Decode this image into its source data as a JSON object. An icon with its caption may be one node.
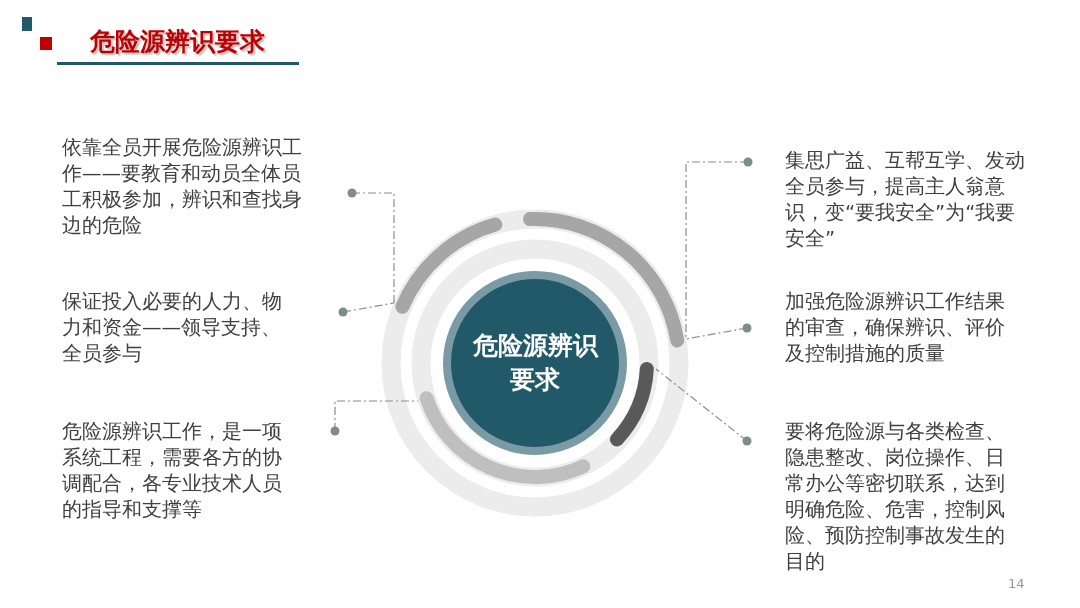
{
  "diagram": {
    "title": "危险源辨识要求",
    "nodes": [
      {
        "text": [
          "依靠全员开展危险源辨识工作——要教育和动员全体员工积极参加，辨识和查找身边的危险"
        ]
      },
      {
        "text": [
          "集思广益、互帮互学、发动全员参与，提高主人翁意识，变“要我安全”为“我要安全”"
        ]
      },
      {
        "text": [
          "保证投入必要的人力、物力和资金——领导支持、全员参与"
        ]
      },
      {
        "text": [
          "加强危险源辨识工作结果的审查，确保辨识、评价及控制措施的质量"
        ]
      },
      {
        "text": [
          "危险源辨识工作，是一项系统工程，需要各方的协调配合，各专业技术人员的指导和支撑等"
        ]
      },
      {
        "text": [
          "要将危险源与各类检查、隐患整改、岗位操作、日常办公等密切联系，达到明确危险、危害，控制风险、预防控制事故发生的目的"
        ]
      },
      {
        "text": [
          "危险源辨识要求"
        ]
      },
      {
        "text": [],
        "shape": "arc"
      },
      {
        "text": [],
        "shape": "arc"
      },
      {
        "text": [],
        "shape": "arc"
      },
      {
        "text": [],
        "shape": "arc"
      }
    ],
    "edges": [
      {
        "from": 0,
        "to": 7,
        "arrow": "other",
        "style": "dashed"
      },
      {
        "from": 1,
        "to": 8,
        "arrow": "other",
        "style": "dashed"
      },
      {
        "from": 2,
        "to": 7,
        "arrow": "other",
        "style": "dashed"
      },
      {
        "from": 3,
        "to": 8,
        "arrow": "other",
        "style": "dashed"
      },
      {
        "from": 4,
        "to": 10,
        "arrow": "other",
        "style": "dashed"
      },
      {
        "from": 5,
        "to": 9,
        "arrow": "other",
        "style": "dashed"
      }
    ],
    "labels": [
      "14"
    ]
  }
}
